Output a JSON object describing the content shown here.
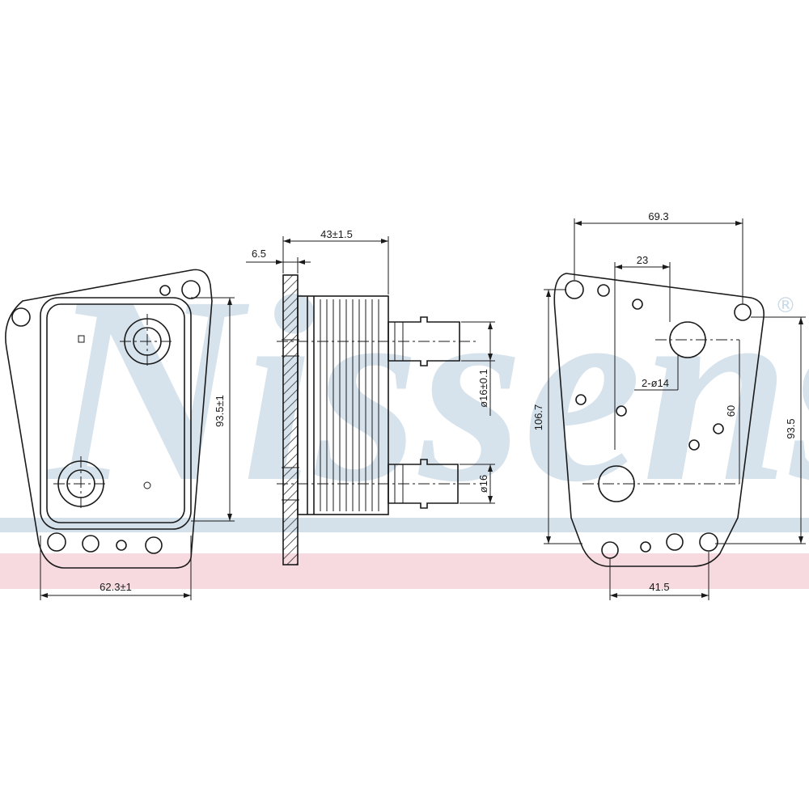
{
  "watermark": {
    "brand": "Nissens",
    "registered_mark": "®",
    "band_colors": {
      "blue": "#c9dae6",
      "pink": "#f4d3da"
    }
  },
  "dimensions": {
    "front_width": "62.3±1",
    "front_height": "93.5±1",
    "side_depth": "43±1.5",
    "flange_thickness": "6.5",
    "upper_pipe_dia": "ø16±0.1",
    "lower_pipe_dia": "ø16",
    "rear_top_span": "69.3",
    "rear_hole_offset": "23",
    "rear_holes": "2-ø14",
    "rear_hole_spacing": "60",
    "rear_total_height": "106.7",
    "rear_right_height": "93.5",
    "rear_bottom_span": "41.5"
  }
}
